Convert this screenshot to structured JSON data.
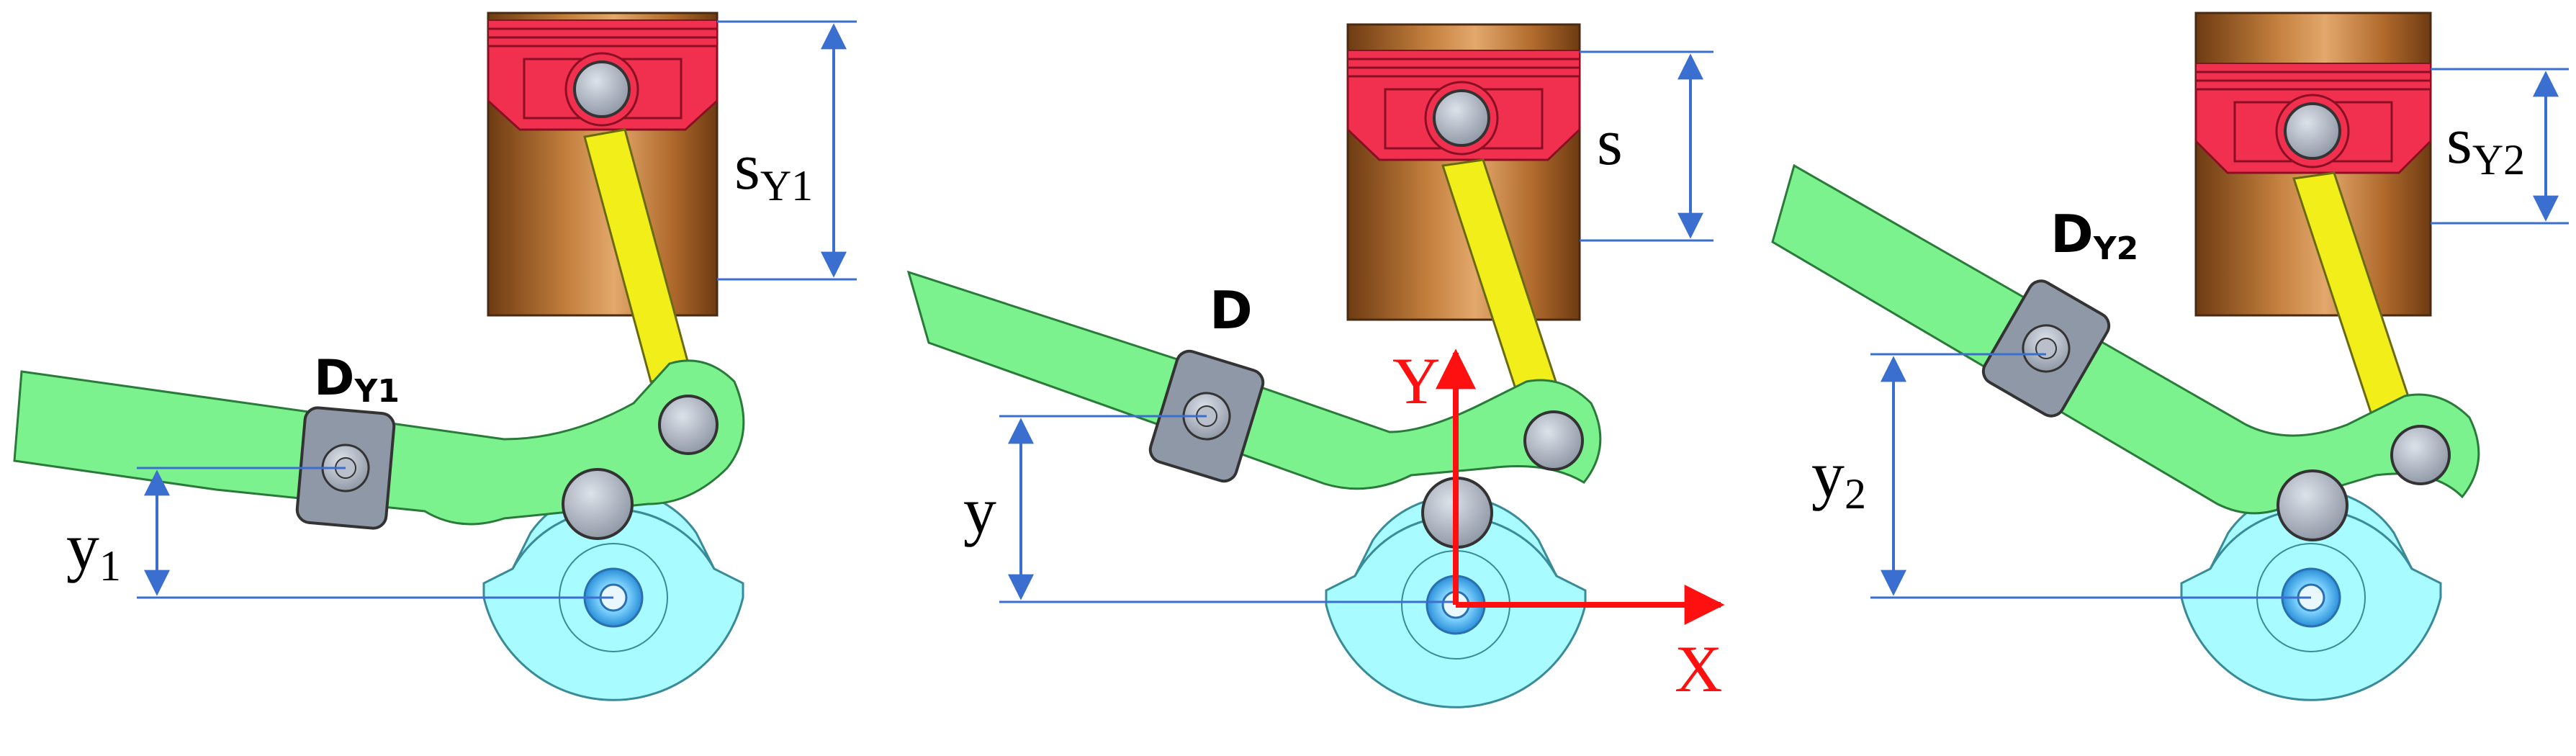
{
  "panels": [
    {
      "id": "left",
      "point_label": "D",
      "point_sub": "Y1",
      "stroke_label": "s",
      "stroke_sub": "Y1",
      "height_label": "y",
      "height_sub": "1"
    },
    {
      "id": "middle",
      "point_label": "D",
      "point_sub": "",
      "stroke_label": "s",
      "stroke_sub": "",
      "height_label": "y",
      "height_sub": "",
      "axis_x_label": "X",
      "axis_y_label": "Y"
    },
    {
      "id": "right",
      "point_label": "D",
      "point_sub": "Y2",
      "stroke_label": "s",
      "stroke_sub": "Y2",
      "height_label": "y",
      "height_sub": "2"
    }
  ],
  "colors": {
    "cylinder": "#b06a2c",
    "piston": "#f0304e",
    "connecting_rod": "#f2ee1a",
    "lever": "#7cf28e",
    "cam": "#a8fbff",
    "pin": "#a7afbd",
    "slider_block": "#8f98a6",
    "dimension": "#3a6fd0",
    "axis": "#ff1010"
  }
}
